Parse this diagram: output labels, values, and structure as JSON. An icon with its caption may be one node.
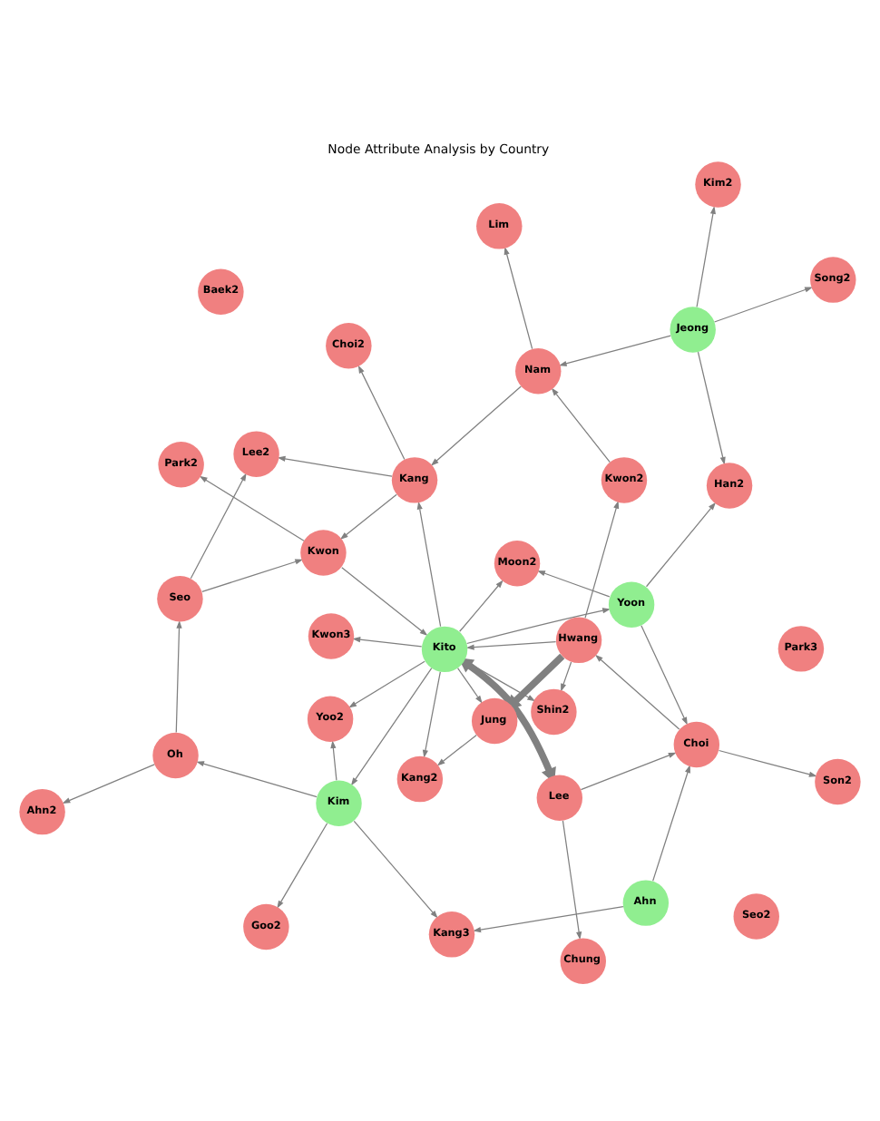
{
  "diagram": {
    "title": "Node Attribute Analysis by Country",
    "nodes": [
      {
        "text": [
          "Kwon3"
        ]
      },
      {
        "text": [
          "Moon2"
        ]
      },
      {
        "text": [
          "Chung"
        ]
      },
      {
        "text": [
          "Park2"
        ]
      },
      {
        "text": [
          "Shin2"
        ]
      },
      {
        "text": [
          "Choi2"
        ]
      },
      {
        "text": [
          "Baek2"
        ]
      },
      {
        "text": [
          "Kwon"
        ]
      },
      {
        "text": [
          "Park3"
        ]
      },
      {
        "text": [
          "Lee"
        ]
      },
      {
        "text": [
          "Son2"
        ]
      },
      {
        "text": [
          "Kang"
        ]
      },
      {
        "text": [
          "Seo2"
        ]
      },
      {
        "text": [
          "Hwang"
        ]
      },
      {
        "text": [
          "Yoon"
        ]
      },
      {
        "text": [
          "Kito"
        ]
      },
      {
        "text": [
          "Ahn"
        ]
      },
      {
        "text": [
          "Kwon2"
        ]
      },
      {
        "text": [
          "Jung"
        ]
      },
      {
        "text": [
          "Seo"
        ]
      },
      {
        "text": [
          "Oh"
        ]
      },
      {
        "text": [
          "Ahn2"
        ]
      },
      {
        "text": [
          "Nam"
        ]
      },
      {
        "text": [
          "Kang2"
        ]
      },
      {
        "text": [
          "Choi"
        ]
      },
      {
        "text": [
          "Kim"
        ]
      },
      {
        "text": [
          "Jeong"
        ]
      },
      {
        "text": [
          "Lim"
        ]
      },
      {
        "text": [
          "Lee2"
        ]
      },
      {
        "text": [
          "Song2"
        ]
      },
      {
        "text": [
          "Goo2"
        ]
      },
      {
        "text": [
          "Yoo2"
        ]
      },
      {
        "text": [
          "Han2"
        ]
      },
      {
        "text": [
          "Kim2"
        ]
      },
      {
        "text": [
          "Kang3"
        ]
      }
    ],
    "edges": [
      {
        "from": 15,
        "to": 0,
        "arrow": "to"
      },
      {
        "from": 9,
        "to": 2,
        "arrow": "to"
      },
      {
        "from": 15,
        "to": 1,
        "arrow": "to"
      },
      {
        "from": 14,
        "to": 1,
        "arrow": "to"
      },
      {
        "from": 7,
        "to": 3,
        "arrow": "to"
      },
      {
        "from": 13,
        "to": 4,
        "arrow": "to"
      },
      {
        "from": 15,
        "to": 4,
        "arrow": "to"
      },
      {
        "from": 11,
        "to": 5,
        "arrow": "to"
      },
      {
        "from": 7,
        "to": 15,
        "arrow": "to"
      },
      {
        "from": 19,
        "to": 7,
        "arrow": "to"
      },
      {
        "from": 11,
        "to": 7,
        "arrow": "to"
      },
      {
        "from": 9,
        "to": 15,
        "arrow": "both",
        "style": "thick"
      },
      {
        "from": 15,
        "to": 11,
        "arrow": "to"
      },
      {
        "from": 22,
        "to": 11,
        "arrow": "to"
      },
      {
        "from": 11,
        "to": 28,
        "arrow": "to"
      },
      {
        "from": 13,
        "to": 15,
        "arrow": "to"
      },
      {
        "from": 15,
        "to": 14,
        "arrow": "to"
      },
      {
        "from": 13,
        "to": 18,
        "arrow": "to",
        "style": "thick"
      },
      {
        "from": 13,
        "to": 17,
        "arrow": "to"
      },
      {
        "from": 15,
        "to": 18,
        "arrow": "to"
      },
      {
        "from": 17,
        "to": 22,
        "arrow": "to"
      },
      {
        "from": 18,
        "to": 23,
        "arrow": "to"
      },
      {
        "from": 15,
        "to": 23,
        "arrow": "to"
      },
      {
        "from": 24,
        "to": 10,
        "arrow": "to"
      },
      {
        "from": 24,
        "to": 13,
        "arrow": "to"
      },
      {
        "from": 14,
        "to": 24,
        "arrow": "to"
      },
      {
        "from": 9,
        "to": 24,
        "arrow": "to"
      },
      {
        "from": 16,
        "to": 24,
        "arrow": "to"
      },
      {
        "from": 14,
        "to": 32,
        "arrow": "to"
      },
      {
        "from": 20,
        "to": 21,
        "arrow": "to"
      },
      {
        "from": 20,
        "to": 19,
        "arrow": "to"
      },
      {
        "from": 25,
        "to": 20,
        "arrow": "to"
      },
      {
        "from": 15,
        "to": 25,
        "arrow": "to"
      },
      {
        "from": 19,
        "to": 28,
        "arrow": "to"
      },
      {
        "from": 16,
        "to": 34,
        "arrow": "to"
      },
      {
        "from": 15,
        "to": 31,
        "arrow": "to"
      },
      {
        "from": 25,
        "to": 31,
        "arrow": "to"
      },
      {
        "from": 25,
        "to": 34,
        "arrow": "to"
      },
      {
        "from": 25,
        "to": 30,
        "arrow": "to"
      },
      {
        "from": 22,
        "to": 27,
        "arrow": "to"
      },
      {
        "from": 26,
        "to": 29,
        "arrow": "to"
      },
      {
        "from": 26,
        "to": 32,
        "arrow": "to"
      },
      {
        "from": 26,
        "to": 33,
        "arrow": "to"
      },
      {
        "from": 26,
        "to": 22,
        "arrow": "to"
      }
    ]
  }
}
